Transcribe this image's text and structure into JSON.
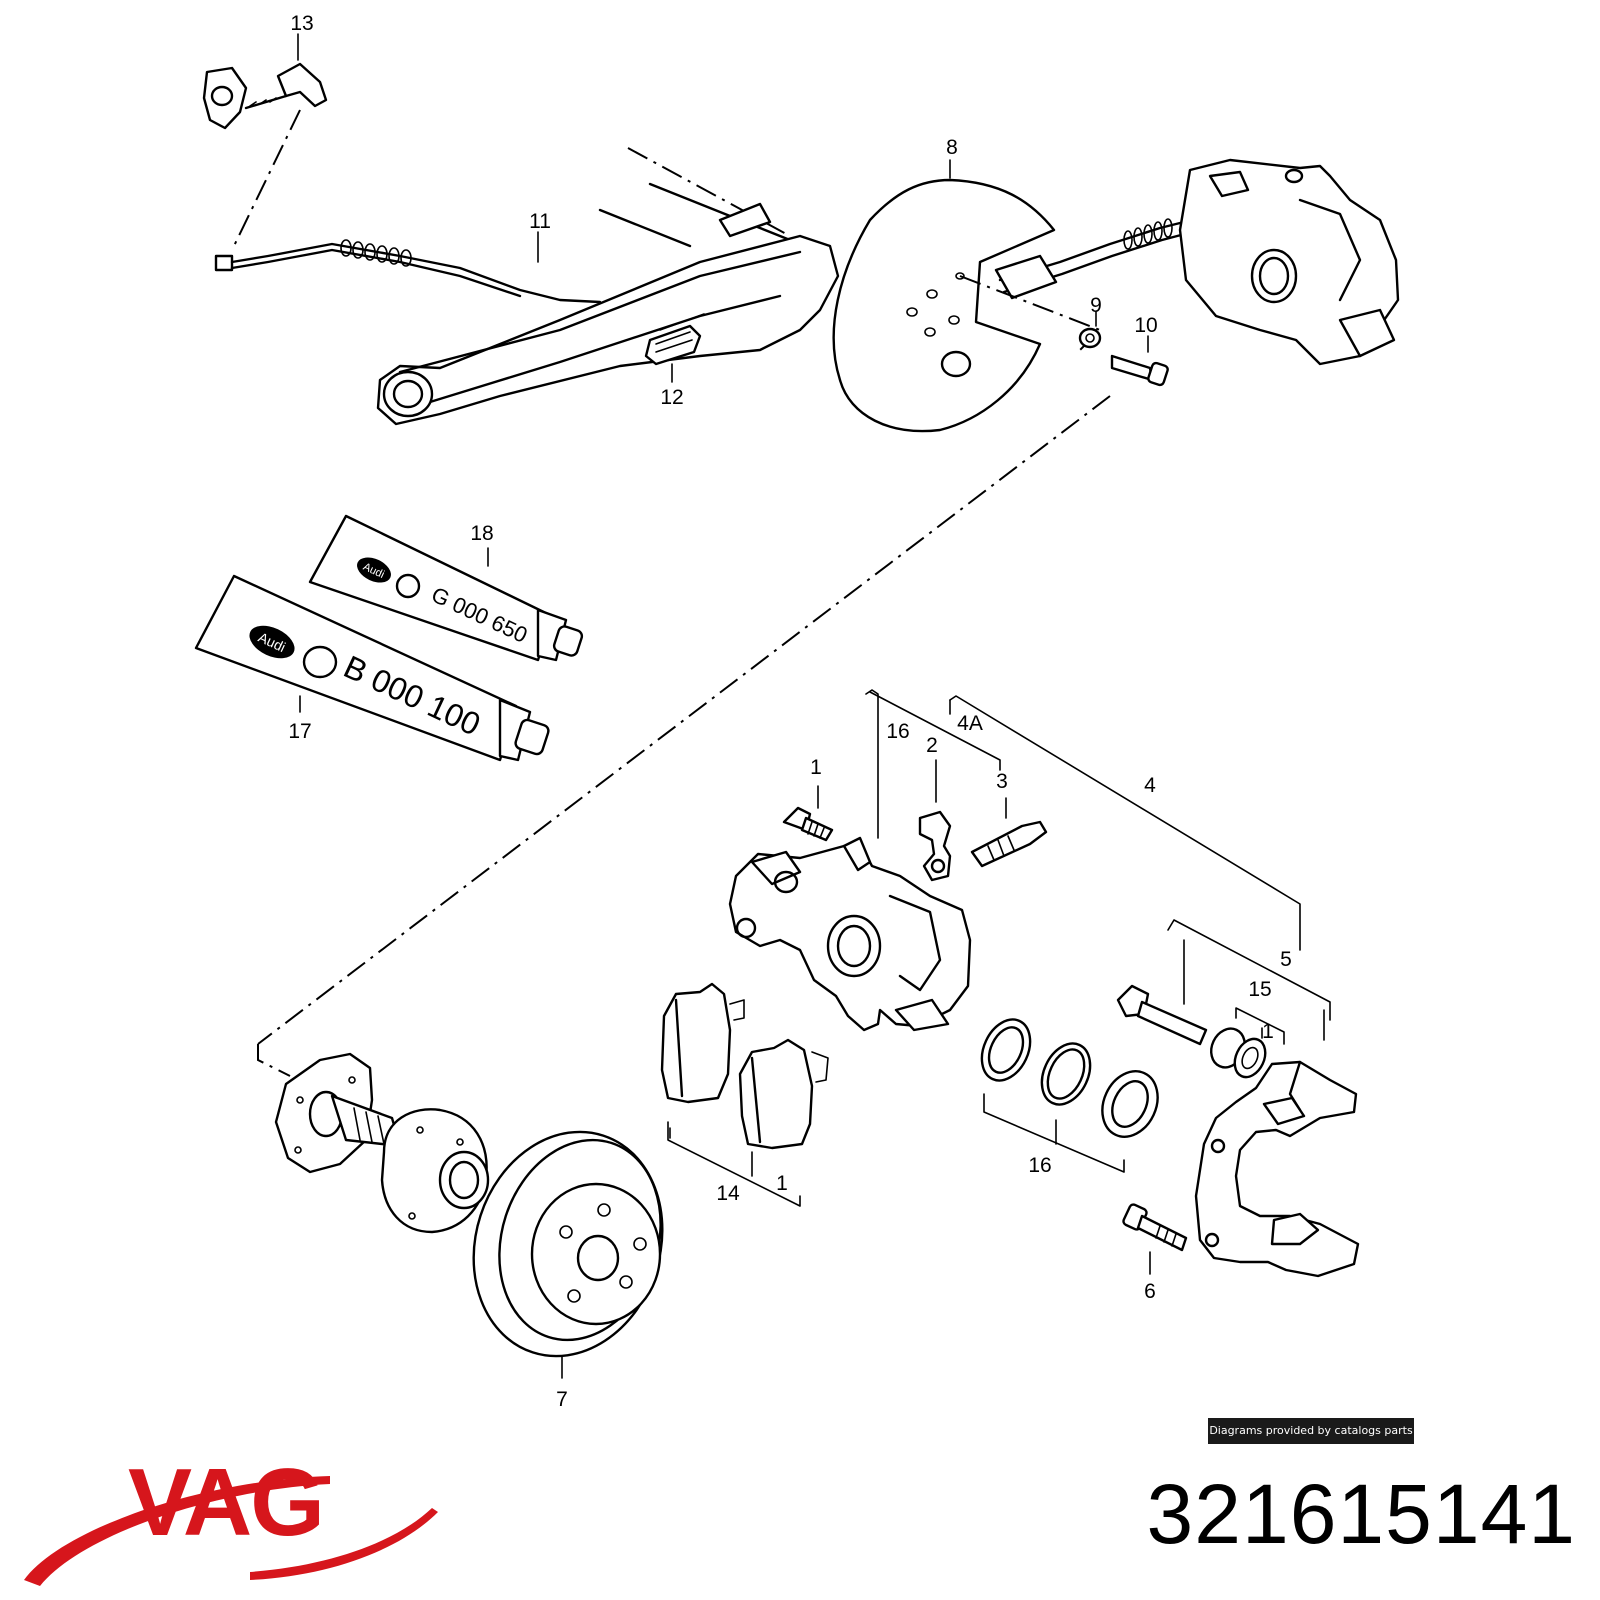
{
  "diagram": {
    "callouts": {
      "c13": "13",
      "c8": "8",
      "c11": "11",
      "c9": "9",
      "c10": "10",
      "c12": "12",
      "c18": "18",
      "c17": "17",
      "c16a": "16",
      "c4a": "4A",
      "c1a": "1",
      "c2": "2",
      "c3": "3",
      "c4": "4",
      "c5": "5",
      "c15": "15",
      "c1b": "1",
      "c16b": "16",
      "c14": "14",
      "c1c": "1",
      "c6": "6",
      "c7": "7"
    },
    "tube_small": {
      "brand": "Audi",
      "code": "G 000 650"
    },
    "tube_large": {
      "brand": "Audi",
      "code": "B 000 100"
    }
  },
  "credit": "Diagrams provided by catalogs parts",
  "brand_logo": {
    "text": "VAG",
    "color": "#d6161c"
  },
  "part_number": "321615141"
}
